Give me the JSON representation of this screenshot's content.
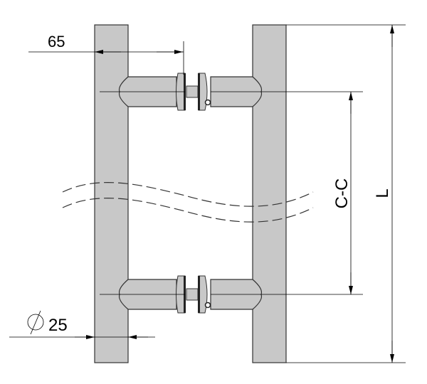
{
  "dimensions": {
    "offset": "65",
    "diameter_symbol": "⌀",
    "diameter": "25",
    "center_to_center": "C-C",
    "length": "L"
  },
  "colors": {
    "metal": "#c8c8c8",
    "outline": "#333333",
    "line": "#000000"
  }
}
